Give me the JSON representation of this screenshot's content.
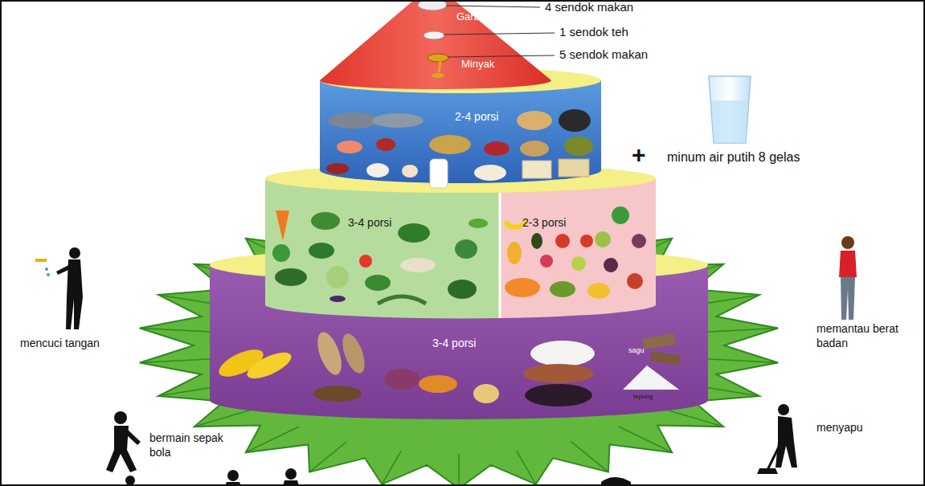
{
  "diagram": {
    "nodes": [
      {
        "text": [
          "Garam",
          "Minyak"
        ]
      },
      {
        "text": [
          "2-4 porsi"
        ]
      },
      {
        "text": [
          "3-4 porsi"
        ]
      },
      {
        "text": [
          "2-3 porsi"
        ]
      },
      {
        "text": [
          "3-4 porsi"
        ]
      }
    ],
    "labels": [
      "4 sendok makan",
      "1 sendok teh",
      "5 sendok makan",
      "+",
      "minum air putih 8 gelas",
      "sagu",
      "tepung",
      "mencuci tangan",
      "memantau berat badan",
      "bermain sepak bola",
      "menyapu"
    ]
  }
}
